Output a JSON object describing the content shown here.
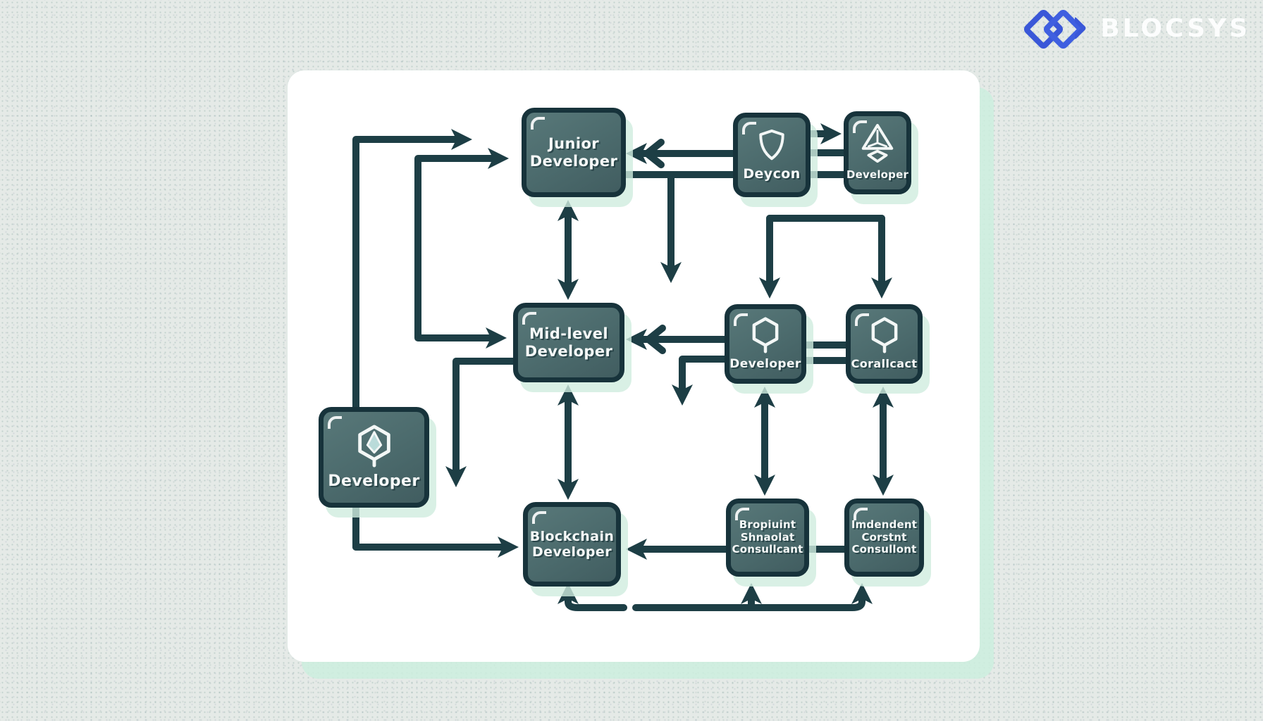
{
  "brand": {
    "name": "BLOCSYS",
    "icon": "interlocked-diamonds-icon",
    "icon_color": "#3a57d8",
    "text_color": "#ffffff"
  },
  "diagram": {
    "connector_color": "#1d3e45",
    "node_fill": "#4b6a6c",
    "node_border": "#17333b",
    "card_background": "#ffffff",
    "card_shadow": "#cdeede",
    "nodes": [
      {
        "id": "junior-developer",
        "lines": [
          "Junior",
          "Developer"
        ],
        "icon": null
      },
      {
        "id": "deycon",
        "lines": [
          "Deycon"
        ],
        "icon": "shield-icon"
      },
      {
        "id": "developer-top-right",
        "lines": [
          "Developer"
        ],
        "icon": "pyramid-icon"
      },
      {
        "id": "mid-level-developer",
        "lines": [
          "Mid-level",
          "Developer"
        ],
        "icon": null
      },
      {
        "id": "developer-middle",
        "lines": [
          "Developer"
        ],
        "icon": "hexagon-icon"
      },
      {
        "id": "corallcact",
        "lines": [
          "Corallcact"
        ],
        "icon": "hexagon-icon"
      },
      {
        "id": "developer-left",
        "lines": [
          "Developer"
        ],
        "icon": "gem-hexagon-icon"
      },
      {
        "id": "blockchain-developer",
        "lines": [
          "Blockchain",
          "Developer"
        ],
        "icon": null
      },
      {
        "id": "bropiuint-consultant",
        "lines": [
          "Bropiuint",
          "Shnaolat",
          "Consullcant"
        ],
        "icon": null
      },
      {
        "id": "imdendent-consultant",
        "lines": [
          "Imdendent",
          "Corstnt",
          "Consullont"
        ],
        "icon": null
      }
    ]
  }
}
